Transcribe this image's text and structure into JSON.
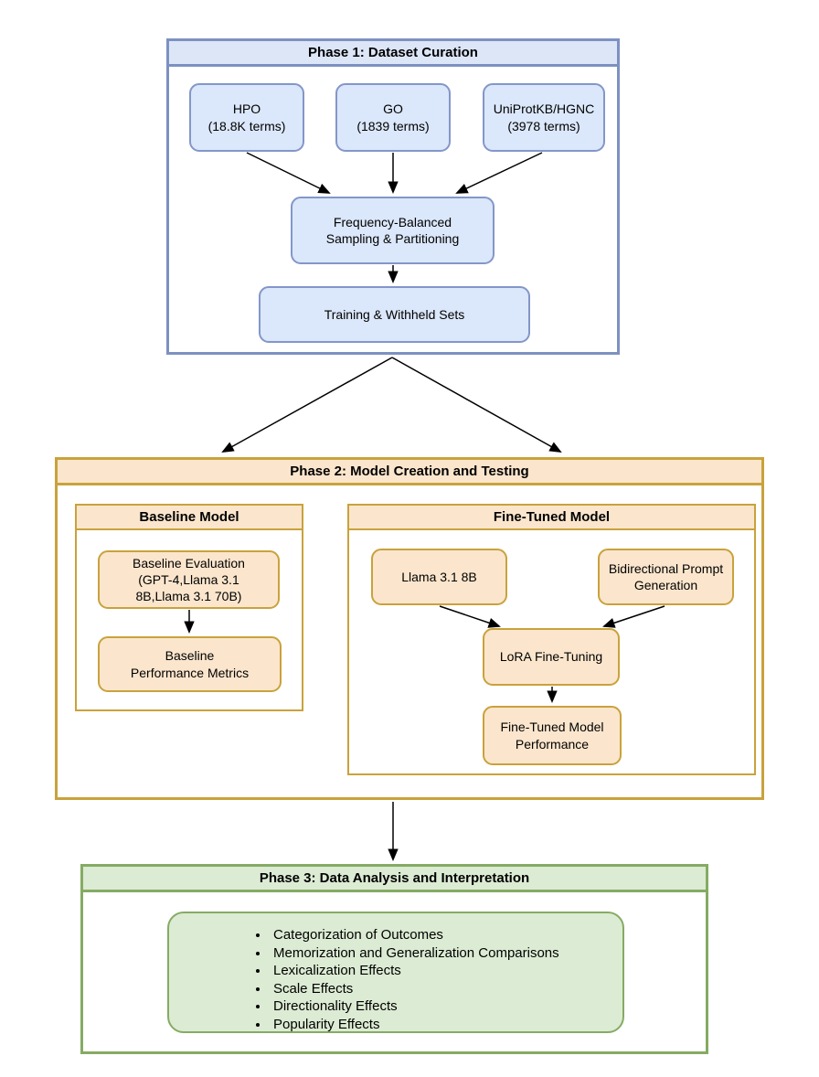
{
  "phase1": {
    "title": "Phase 1: Dataset Curation",
    "nodes": {
      "hpo": "HPO\n(18.8K terms)",
      "go": "GO\n(1839 terms)",
      "uniprot": "UniProtKB/HGNC\n(3978 terms)",
      "sampling": "Frequency-Balanced\nSampling & Partitioning",
      "sets": "Training & Withheld Sets"
    }
  },
  "phase2": {
    "title": "Phase 2: Model Creation and Testing",
    "baseline": {
      "title": "Baseline Model",
      "nodes": {
        "evaluation": "Baseline Evaluation\n(GPT-4,Llama 3.1\n8B,Llama 3.1 70B)",
        "metrics": "Baseline\nPerformance Metrics"
      }
    },
    "finetuned": {
      "title": "Fine-Tuned Model",
      "nodes": {
        "llama": "Llama 3.1 8B",
        "prompt": "Bidirectional Prompt\nGeneration",
        "lora": "LoRA Fine-Tuning",
        "performance": "Fine-Tuned Model\nPerformance"
      }
    }
  },
  "phase3": {
    "title": "Phase 3: Data Analysis and Interpretation",
    "bullets": [
      "Categorization of Outcomes",
      "Memorization and Generalization Comparisons",
      "Lexicalization Effects",
      "Scale Effects",
      "Directionality Effects",
      "Popularity Effects"
    ]
  },
  "colors": {
    "phase1_fill": "#dbe7fa",
    "phase1_stroke": "#7d91c1",
    "phase2_fill": "#fbe6cd",
    "phase2_stroke": "#c9a23c",
    "phase3_fill": "#dcebd3",
    "phase3_stroke": "#85ab64",
    "arrow": "#000000"
  }
}
